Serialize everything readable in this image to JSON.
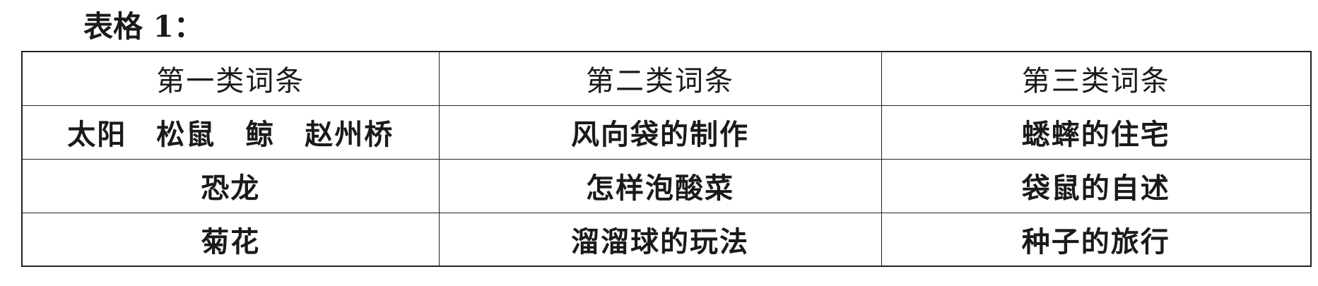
{
  "caption": "表格 1：",
  "table": {
    "headers": [
      "第一类词条",
      "第二类词条",
      "第三类词条"
    ],
    "rows": [
      [
        "太阳　松鼠　鲸　赵州桥",
        "风向袋的制作",
        "蟋蟀的住宅"
      ],
      [
        "恐龙",
        "怎样泡酸菜",
        "袋鼠的自述"
      ],
      [
        "菊花",
        "溜溜球的玩法",
        "种子的旅行"
      ]
    ]
  }
}
